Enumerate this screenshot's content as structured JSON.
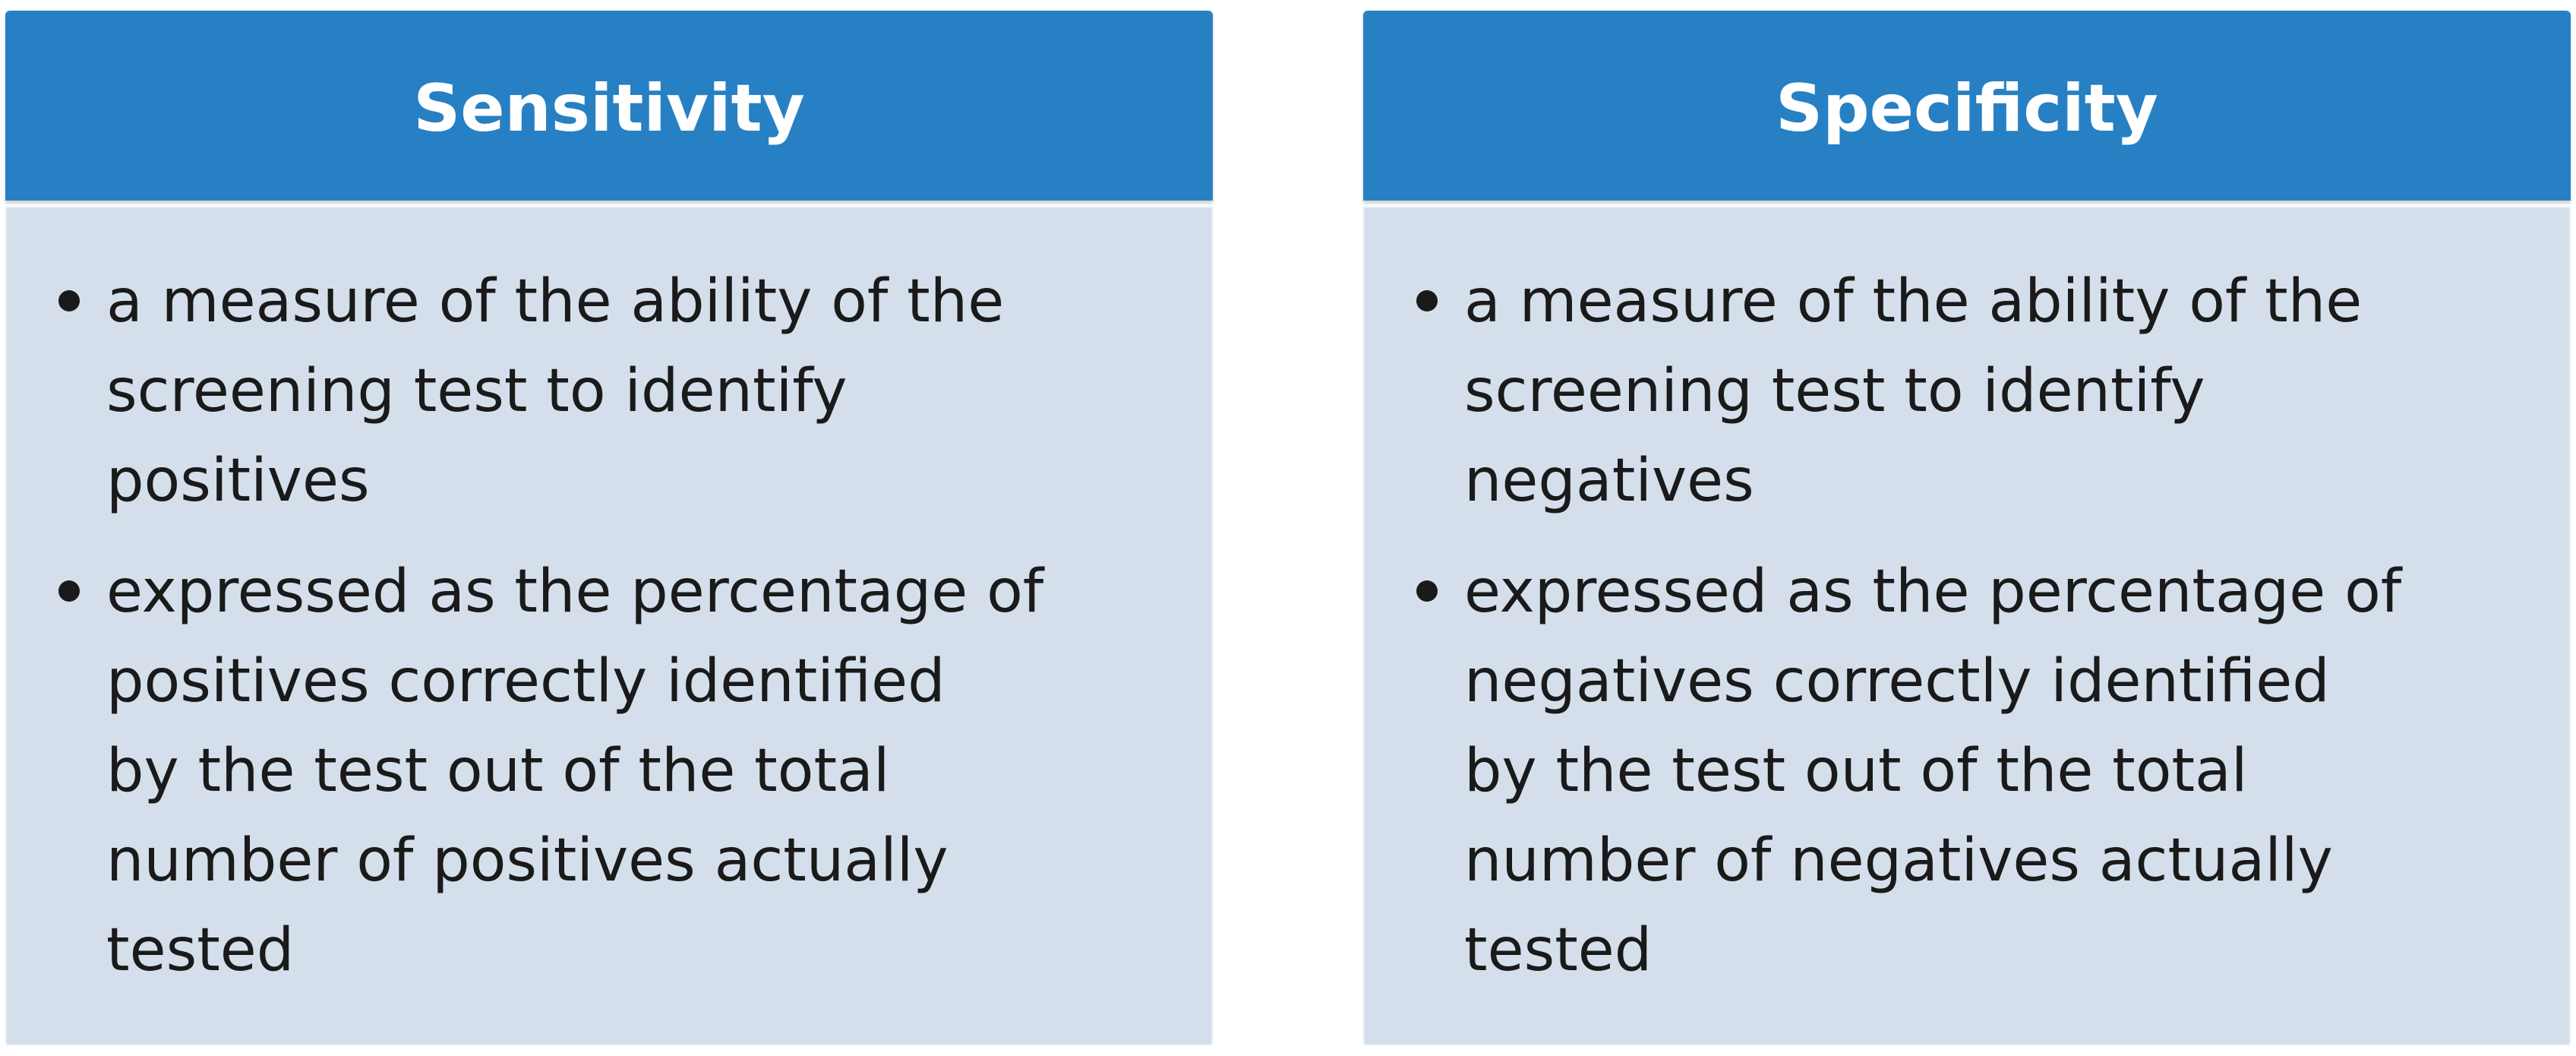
{
  "colors": {
    "header_bg": "#2780C3",
    "body_bg": "#D5DFEC",
    "header_text": "#FFFFFF",
    "body_text": "#1A1A1A"
  },
  "cards": [
    {
      "title": "Sensitivity",
      "bullets": [
        {
          "lines": [
            "a measure of the ability of the",
            "screening test to identify",
            "positives"
          ]
        },
        {
          "lines": [
            "expressed as the percentage of",
            "positives correctly identified",
            "by the test out of the total",
            "number of positives actually",
            "tested"
          ]
        }
      ]
    },
    {
      "title": "Specificity",
      "bullets": [
        {
          "lines": [
            "a measure of the ability of the",
            "screening test to identify",
            "negatives"
          ]
        },
        {
          "lines": [
            "expressed as the percentage of",
            "negatives correctly identified",
            "by the test out of the total",
            "number of negatives actually",
            "tested"
          ]
        }
      ]
    }
  ]
}
